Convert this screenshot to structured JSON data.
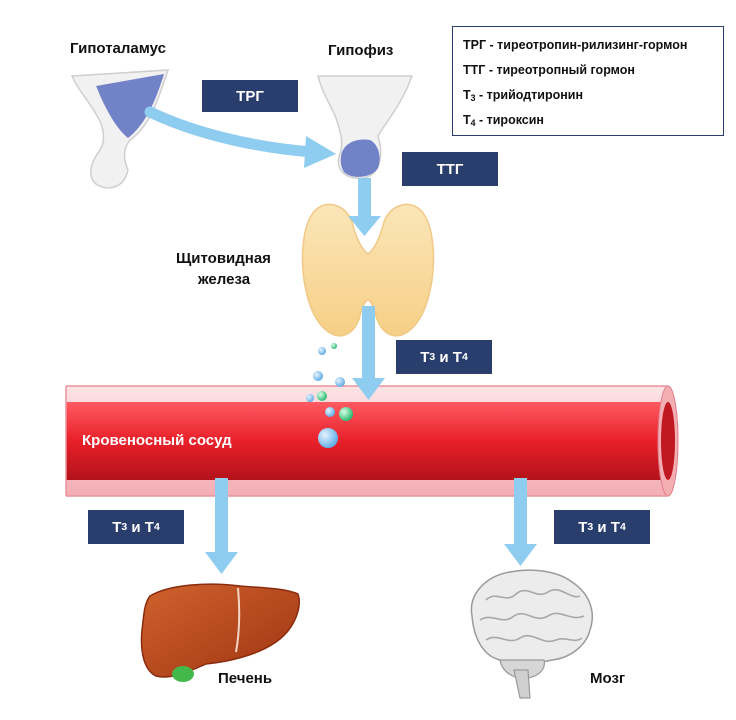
{
  "labels": {
    "hypothalamus": "Гипоталамус",
    "pituitary": "Гипофиз",
    "thyroid_line1": "Щитовидная",
    "thyroid_line2": "железа",
    "vessel": "Кровеносный сосуд",
    "liver": "Печень",
    "brain": "Мозг"
  },
  "boxes": {
    "trg": "ТРГ",
    "ttg": "ТТГ",
    "hormones_prefix": "Т",
    "hormones_sub3": "3",
    "hormones_and": " и Т",
    "hormones_sub4": "4"
  },
  "legend": [
    {
      "abbr": "ТРГ",
      "text": " - тиреотропин-рилизинг-гормон"
    },
    {
      "abbr": "ТТГ",
      "text": " - тиреотропный гормон"
    },
    {
      "abbr": "Т",
      "sub": "3",
      "text": " - трийодтиронин"
    },
    {
      "abbr": "Т",
      "sub": "4",
      "text": " - тироксин"
    }
  ],
  "colors": {
    "box": "#2a3e6e",
    "arrow": "#8fcdf0",
    "vessel_red": "#e8202a",
    "vessel_pink": "#f6b8bd",
    "liver": "#b8461e",
    "hypo_blue": "#5b6fc0"
  }
}
